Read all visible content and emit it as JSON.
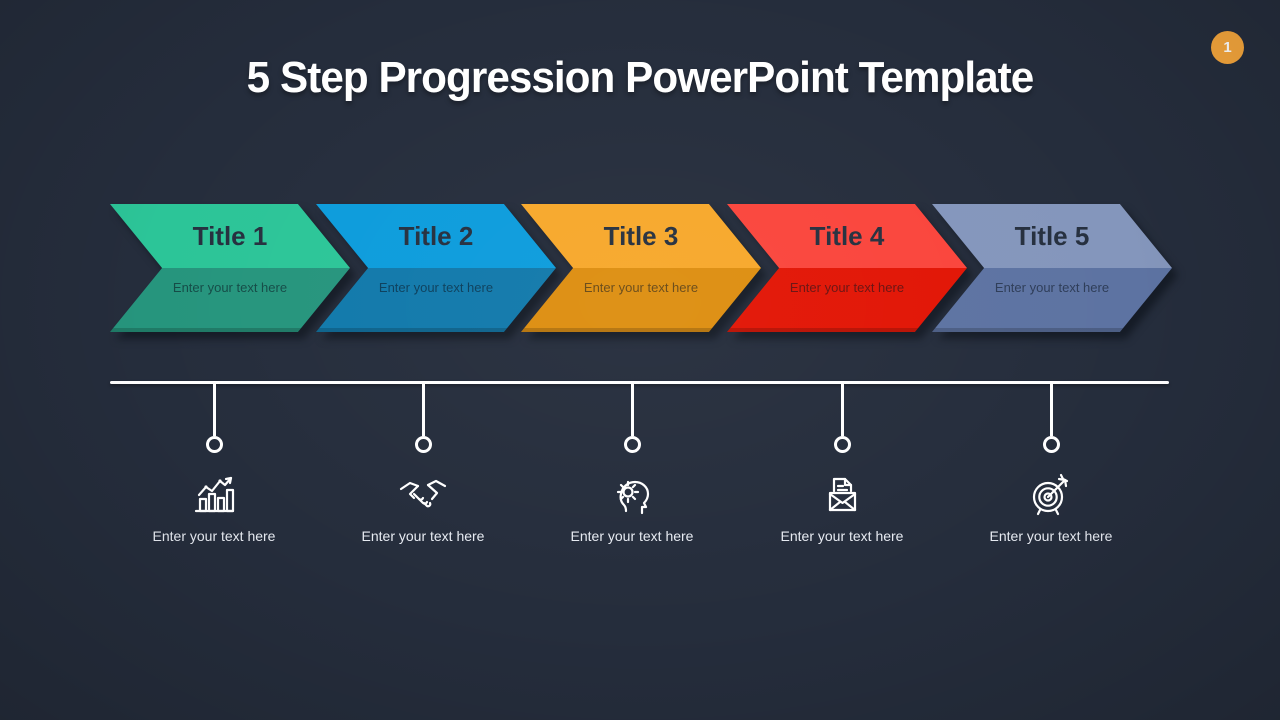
{
  "slide": {
    "title": "5 Step Progression PowerPoint Template",
    "page_number": "1",
    "badge_color": "#F5A63C",
    "background_color": "#252D3C",
    "text_color": "#FFFFFF"
  },
  "steps": [
    {
      "title": "Title 1",
      "body": "Enter your text here",
      "color_top": "#2CC598",
      "color_bottom": "#26957D"
    },
    {
      "title": "Title 2",
      "body": "Enter your text here",
      "color_top": "#0C9CDC",
      "color_bottom": "#1179AB"
    },
    {
      "title": "Title 3",
      "body": "Enter your text here",
      "color_top": "#F7A82B",
      "color_bottom": "#DD8E10"
    },
    {
      "title": "Title 4",
      "body": "Enter your text here",
      "color_top": "#FA453C",
      "color_bottom": "#E21505"
    },
    {
      "title": "Title 5",
      "body": "Enter your text here",
      "color_top": "#8496BC",
      "color_bottom": "#5D73A2"
    }
  ],
  "timeline": {
    "items": [
      {
        "label": "Enter your text here",
        "icon": "growth-chart-icon"
      },
      {
        "label": "Enter your text here",
        "icon": "handshake-icon"
      },
      {
        "label": "Enter your text here",
        "icon": "mind-gear-icon"
      },
      {
        "label": "Enter your text here",
        "icon": "envelope-letter-icon"
      },
      {
        "label": "Enter your text here",
        "icon": "target-arrow-icon"
      }
    ]
  }
}
